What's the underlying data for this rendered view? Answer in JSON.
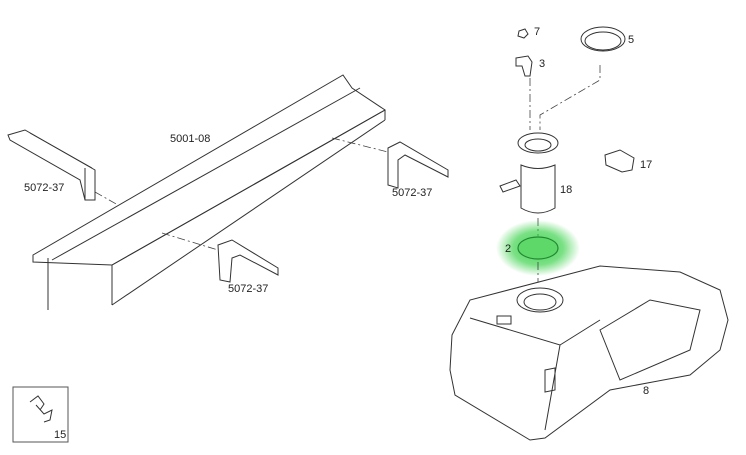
{
  "diagram": {
    "callouts": {
      "frame_rail": "5001-08",
      "bracket_left": "5072-37",
      "bracket_right": "5072-37",
      "bracket_bottom": "5072-37",
      "part_7": "7",
      "part_3": "3",
      "part_5": "5",
      "part_17": "17",
      "part_18": "18",
      "part_2": "2",
      "part_8": "8",
      "part_15": "15"
    },
    "highlight_color": "#22cc33",
    "highlighted_part": "2"
  }
}
